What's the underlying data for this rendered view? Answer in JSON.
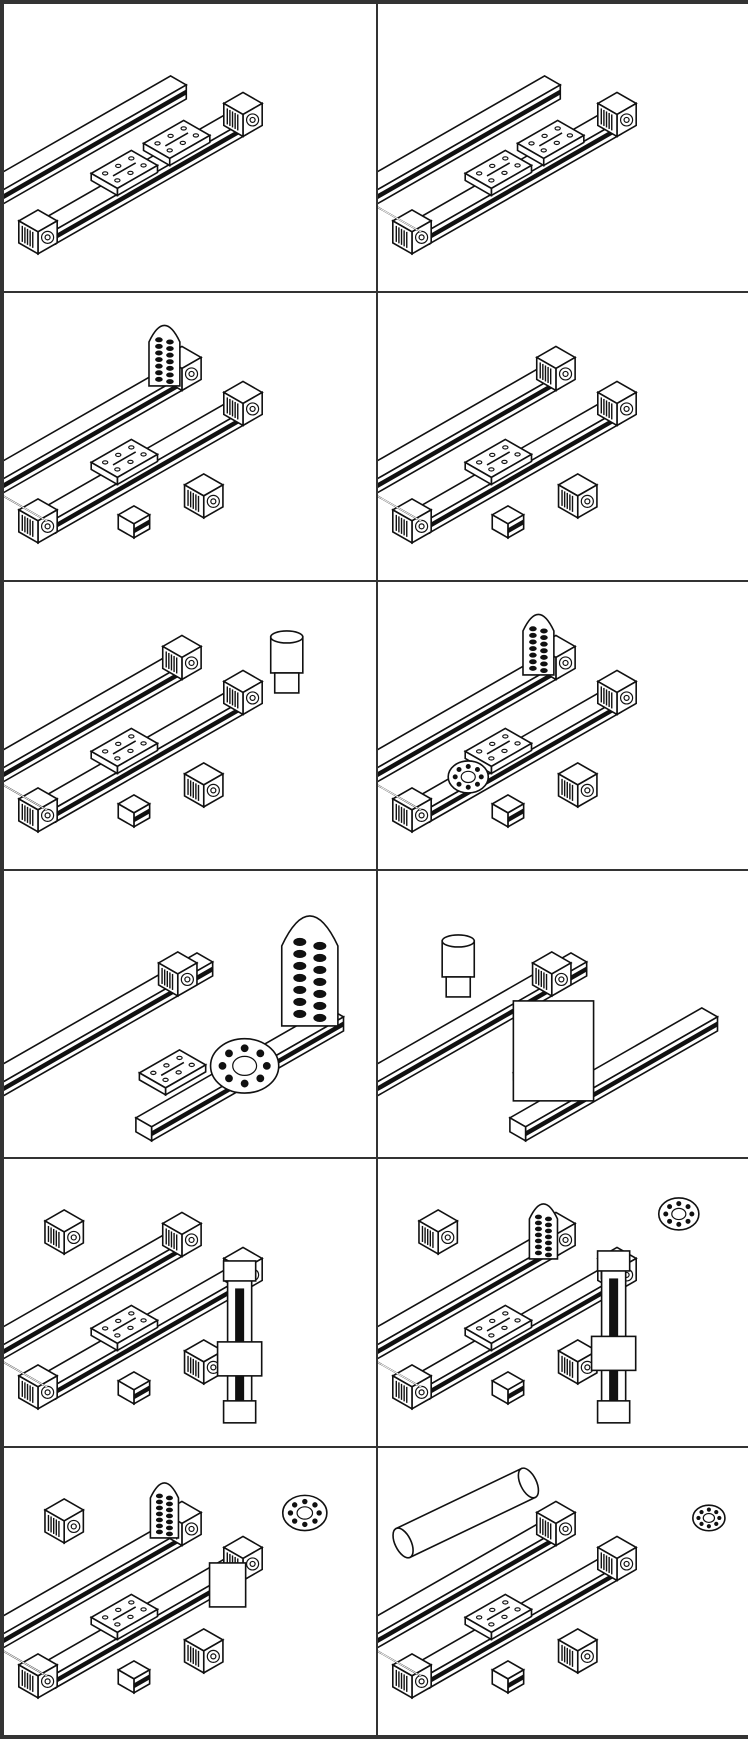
{
  "panels": [
    {
      "id": 1,
      "rails": 2,
      "motors": 3,
      "carriages": 2,
      "bridge": false,
      "tool": "none"
    },
    {
      "id": 2,
      "rails": 2,
      "motors": 3,
      "carriages": 2,
      "bridge": true,
      "tool": "none"
    },
    {
      "id": 3,
      "rails": 3,
      "motors": 5,
      "carriages": 1,
      "bridge": true,
      "tool": "gear-plate"
    },
    {
      "id": 4,
      "rails": 3,
      "motors": 5,
      "carriages": 1,
      "bridge": true,
      "tool": "none"
    },
    {
      "id": 5,
      "rails": 3,
      "motors": 5,
      "carriages": 1,
      "bridge": true,
      "tool": "vertical-motor"
    },
    {
      "id": 6,
      "rails": 3,
      "motors": 5,
      "carriages": 1,
      "bridge": true,
      "tool": "gear-plate-front"
    },
    {
      "id": 7,
      "rails": 3,
      "motors": 2,
      "carriages": 1,
      "bridge": false,
      "tool": "closeup-gear"
    },
    {
      "id": 8,
      "rails": 3,
      "motors": 3,
      "carriages": 1,
      "bridge": false,
      "tool": "closeup-vertical"
    },
    {
      "id": 9,
      "rails": 3,
      "motors": 6,
      "carriages": 1,
      "bridge": true,
      "tool": "z-column"
    },
    {
      "id": 10,
      "rails": 3,
      "motors": 6,
      "carriages": 1,
      "bridge": true,
      "tool": "z-column-gear"
    },
    {
      "id": 11,
      "rails": 3,
      "motors": 6,
      "carriages": 1,
      "bridge": true,
      "tool": "gear-top"
    },
    {
      "id": 12,
      "rails": 3,
      "motors": 5,
      "carriages": 1,
      "bridge": true,
      "tool": "cylinder"
    }
  ],
  "style": {
    "ink": "#111111",
    "frame": "#333333",
    "paper": "#ffffff"
  }
}
